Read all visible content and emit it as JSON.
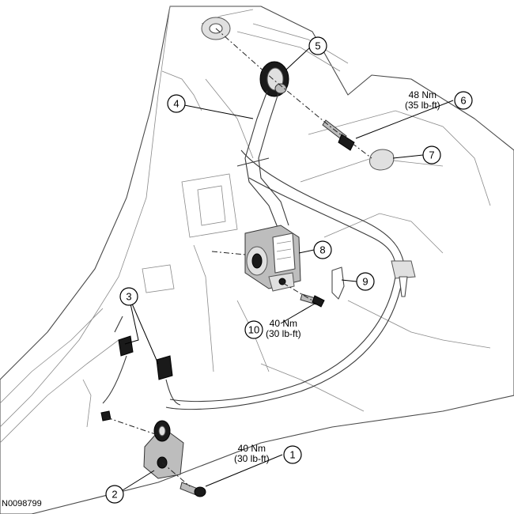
{
  "figure_code": "N0098799",
  "callouts": [
    {
      "number": "1"
    },
    {
      "number": "2"
    },
    {
      "number": "3"
    },
    {
      "number": "4"
    },
    {
      "number": "5"
    },
    {
      "number": "6"
    },
    {
      "number": "7"
    },
    {
      "number": "8"
    },
    {
      "number": "9"
    },
    {
      "number": "10"
    }
  ],
  "torque_specs": {
    "item6": {
      "metric": "48 Nm",
      "imperial": "(35 lb-ft)"
    },
    "item10": {
      "metric": "40 Nm",
      "imperial": "(30 lb-ft)"
    },
    "item1": {
      "metric": "40 Nm",
      "imperial": "(30 lb-ft)"
    }
  }
}
